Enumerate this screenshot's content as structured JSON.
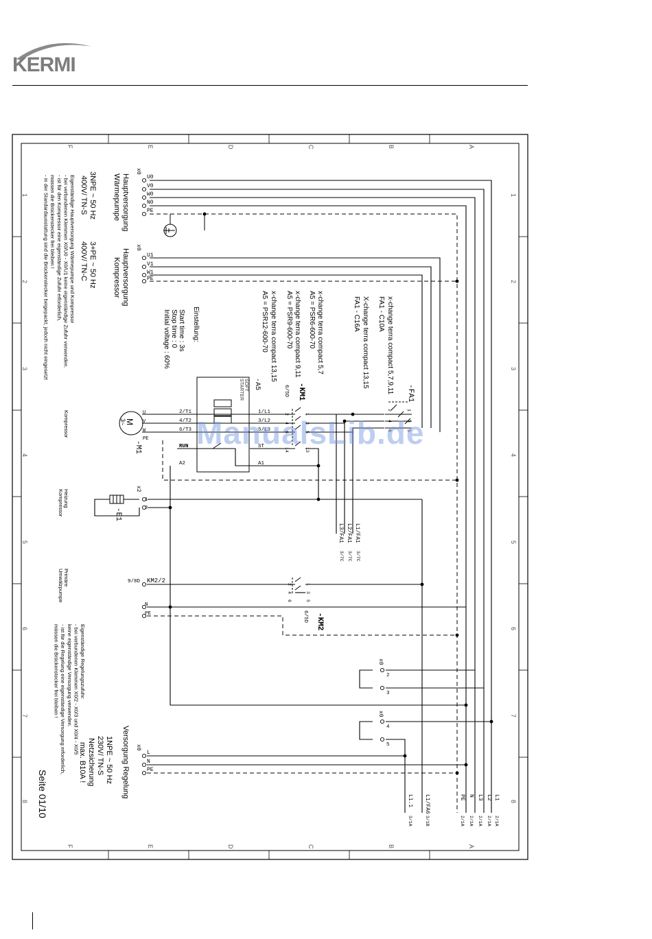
{
  "brand": {
    "logo_text": "KERMI"
  },
  "watermark": "ManualsLib.de",
  "frame": {
    "rows": [
      "F",
      "E",
      "D",
      "C",
      "B",
      "A"
    ],
    "cols": [
      "1",
      "2",
      "3",
      "4",
      "5",
      "6",
      "7",
      "8"
    ]
  },
  "supplies": {
    "waermepumpe": {
      "title": [
        "Hauptversorgung",
        "Wärmepumpe"
      ],
      "spec": [
        "3NPE ~ 50 Hz",
        "400V/ TN-S"
      ],
      "terminal": "x0",
      "pins": [
        "U0",
        "V0",
        "W0",
        "N0",
        "PE"
      ]
    },
    "kompressor": {
      "title": [
        "Hauptversorgung",
        "Kompressor"
      ],
      "spec": [
        "3+PE ~ 50 Hz",
        "400V/ TN-C"
      ],
      "terminal": "x0",
      "pins": [
        "U1",
        "V1",
        "W1",
        "PE"
      ]
    },
    "regelung": {
      "title": "Versorgung Regelung",
      "spec": [
        "1NPE ~ 50 Hz",
        "230V/ TN-S",
        "Netzsicherung",
        "max. B10A !"
      ],
      "terminal": "x0",
      "pins": [
        "L",
        "N",
        "PE"
      ]
    }
  },
  "notes": {
    "main_supply": [
      "Eigenständige Hauptversorgung Wärmepumpe und Kompressor",
      "- bei verbundenen Klemmen X0/U0 - X0/U1 keine eigenständige Zufuhr verwenden.",
      "- ist für den Kompressor eine eigenständige Zufuhr erforderlich,",
      "  müssen die Brückenstecker frei bleiben !",
      "- in der Standardausstattung sind die Brückenstecker beigepackt, jedoch nicht eingesetzt"
    ],
    "control_supply": [
      "Eigenständige Regelungszufuhr:",
      "- bei verbundenen Klemmen X0/2 - X0/3 und X0/4 - X0/5",
      "  keine eigenständige Versorgung verwenden.",
      "- ist für die Regelung eine eigenständige Versorgung erforderlich,",
      "  müssen die Brückenstecker frei bleiben !"
    ]
  },
  "fuse_table": {
    "fa1": [
      "x-change terra compact 5,7,9,11",
      "FA1 - C10A",
      "X-change terra compact 13,15",
      "FA1 - C16A"
    ],
    "a5": [
      "x-change terra compact 5,7",
      "A5 = PSR6-600-70",
      "x-change terra compact 9,11",
      "A5 = PSR9-600-70",
      "x-change terra compact 13,15",
      "A5 = PSR12-600-70"
    ]
  },
  "settings": {
    "title": "Einstellung:",
    "lines": [
      "Start time :     3s",
      "Stop time :      0",
      "Initial voltage : 60%"
    ]
  },
  "components": {
    "fa1": "-FA1",
    "km1": "-KM1",
    "km1_ref": "6/5D",
    "a5": "-A5",
    "softstarter": [
      "SOFT",
      "STARTER"
    ],
    "m1": "-M1",
    "e1": "-E1",
    "km2": "-KM2",
    "km2_ref": "6/5D",
    "km2_coil": "KM2/2",
    "km2_coil_ref": "9/8D"
  },
  "softstarter_terminals": {
    "left": [
      "2/T1",
      "4/T2",
      "6/T3",
      "RUN",
      "A2"
    ],
    "right": [
      "1/L1",
      "3/L2",
      "5/L3",
      "ST",
      "A1"
    ]
  },
  "motor": {
    "symbol": "M",
    "phase": "3~",
    "pins": [
      "U",
      "V",
      "W",
      "PE"
    ],
    "label": "Kompressor"
  },
  "heater": {
    "terminal": "x2",
    "pins": [
      "1",
      "2"
    ],
    "label": [
      "Heizung",
      "Kompressor"
    ]
  },
  "pump": {
    "label": [
      "Primäre",
      "Umwälzpumpe"
    ],
    "pins": [
      "N",
      "PE"
    ]
  },
  "bridge_terminals": {
    "terminal": "x0",
    "pins": [
      "2",
      "3",
      "4",
      "5"
    ]
  },
  "cross_refs": {
    "fa1_out": [
      {
        "name": "L1/FA1",
        "ref": "3/7C"
      },
      {
        "name": "L2/FA1",
        "ref": "3/7C"
      },
      {
        "name": "L3/FA1",
        "ref": "3/7C"
      }
    ],
    "bottom": [
      {
        "name": "L1",
        "ref": "2/1A"
      },
      {
        "name": "L2",
        "ref": "2/1A"
      },
      {
        "name": "L3",
        "ref": "2/1A"
      },
      {
        "name": "N",
        "ref": "2/1A"
      },
      {
        "name": "PE",
        "ref": "2/1A"
      },
      {
        "name": "L1/FA6",
        "ref": "3/1B"
      },
      {
        "name": "L1.1",
        "ref": "3/1A"
      }
    ],
    "bottom_refs_extra": [
      "3/1A",
      "2/1A"
    ]
  },
  "contact_numbers": {
    "fa1": [
      "1",
      "2",
      "3",
      "4",
      "5",
      "6"
    ],
    "km1": [
      "1",
      "2",
      "3",
      "4",
      "5",
      "6",
      "13",
      "14"
    ],
    "km2": [
      "1",
      "2",
      "3",
      "4",
      "5",
      "6"
    ]
  },
  "page": "Seite  01/10"
}
